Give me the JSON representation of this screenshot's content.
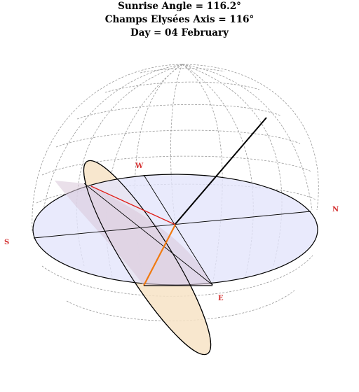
{
  "title": {
    "line1": "Sunrise Angle = 116.2°",
    "line2": "Champs Elysées Axis = 116°",
    "line3": "Day = 04 February"
  },
  "compass": {
    "west": "W",
    "north": "N",
    "south": "S",
    "east": "E"
  },
  "colors": {
    "horizon_fill": "#e3e5fb",
    "sun_plane_fill": "#f7e3c6",
    "overlap_fill": "#e2d0d9",
    "dome_grid": "#9a9a9a",
    "compass_label": "#d43030",
    "sun_ray": "#e0201a",
    "sunrise_segment": "#f07a10",
    "zenith_axis": "#000000"
  }
}
